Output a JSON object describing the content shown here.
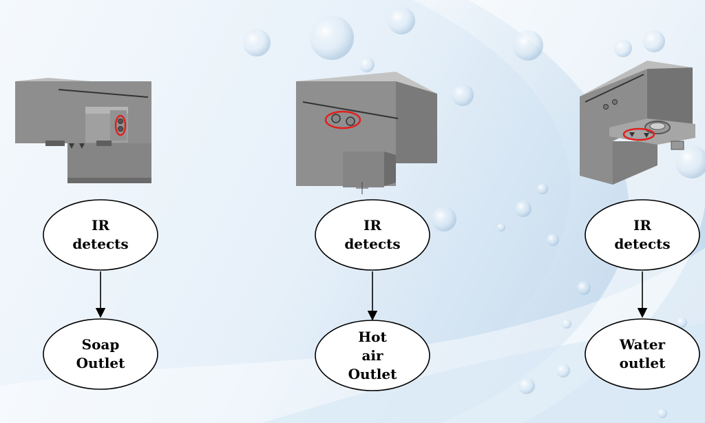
{
  "colors": {
    "background_light": "#f3f8fc",
    "background_blue": "#c9def0",
    "device_front": "#8f8f8f",
    "device_top": "#b9b9b9",
    "device_side": "#6f6f6f",
    "highlight_ring": "#e0201e",
    "node_fill": "#ffffff",
    "node_stroke": "#000000"
  },
  "flows": [
    {
      "device_icon": "soap-dispenser-module",
      "sensor_node": {
        "lines": [
          "IR",
          "detects"
        ]
      },
      "outlet_node": {
        "lines": [
          "Soap",
          "Outlet"
        ]
      }
    },
    {
      "device_icon": "hand-dryer-module",
      "sensor_node": {
        "lines": [
          "IR",
          "detects"
        ]
      },
      "outlet_node": {
        "lines": [
          "Hot",
          "air",
          "Outlet"
        ]
      }
    },
    {
      "device_icon": "water-tap-module",
      "sensor_node": {
        "lines": [
          "IR",
          "detects"
        ]
      },
      "outlet_node": {
        "lines": [
          "Water",
          "outlet"
        ]
      }
    }
  ]
}
